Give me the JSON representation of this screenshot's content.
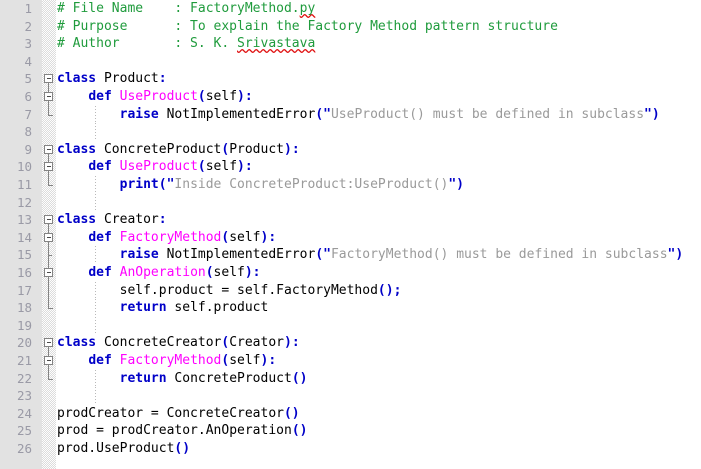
{
  "editor": {
    "language": "python",
    "colors": {
      "comment": "#1f9b3c",
      "keyword": "#0000c8",
      "function": "#ff00ff",
      "string": "#9a9a9a",
      "punctuation": "#0000c8",
      "text": "#000000",
      "line_number": "#9a9aa6",
      "gutter_background": "#e2e2e2",
      "editor_background": "#ffffff",
      "spellcheck_underline": "#e01010"
    },
    "first_line": 1,
    "last_line": 26,
    "total_lines": 26,
    "lines": [
      {
        "n": 1,
        "fold": "none",
        "indent_guide": false,
        "tokens": [
          {
            "t": "# File Name    : FactoryMethod.",
            "c": "cmt"
          },
          {
            "t": "py",
            "c": "cmt sp"
          }
        ]
      },
      {
        "n": 2,
        "fold": "none",
        "indent_guide": false,
        "tokens": [
          {
            "t": "# Purpose      : To explain the Factory Method pattern structure",
            "c": "cmt"
          }
        ]
      },
      {
        "n": 3,
        "fold": "none",
        "indent_guide": false,
        "tokens": [
          {
            "t": "# Author       : S. K. ",
            "c": "cmt"
          },
          {
            "t": "Srivastava",
            "c": "cmt sp"
          }
        ]
      },
      {
        "n": 4,
        "fold": "none",
        "indent_guide": false,
        "tokens": []
      },
      {
        "n": 5,
        "fold": "box",
        "indent_guide": false,
        "tokens": [
          {
            "t": "class",
            "c": "kw"
          },
          {
            "t": " Product",
            "c": "plain"
          },
          {
            "t": ":",
            "c": "punc"
          }
        ]
      },
      {
        "n": 6,
        "fold": "box-in-line",
        "indent_guide": false,
        "tokens": [
          {
            "t": "    ",
            "c": "plain"
          },
          {
            "t": "def",
            "c": "kw"
          },
          {
            "t": " ",
            "c": "plain"
          },
          {
            "t": "UseProduct",
            "c": "fn"
          },
          {
            "t": "(",
            "c": "punc"
          },
          {
            "t": "self",
            "c": "plain"
          },
          {
            "t": "):",
            "c": "punc"
          }
        ]
      },
      {
        "n": 7,
        "fold": "end",
        "indent_guide": true,
        "tokens": [
          {
            "t": "        ",
            "c": "plain"
          },
          {
            "t": "raise",
            "c": "kw"
          },
          {
            "t": " NotImplementedError",
            "c": "plain"
          },
          {
            "t": "(\"",
            "c": "punc"
          },
          {
            "t": "UseProduct() must be defined in subclass",
            "c": "str"
          },
          {
            "t": "\")",
            "c": "punc"
          }
        ]
      },
      {
        "n": 8,
        "fold": "none",
        "indent_guide": true,
        "tokens": []
      },
      {
        "n": 9,
        "fold": "box",
        "indent_guide": false,
        "tokens": [
          {
            "t": "class",
            "c": "kw"
          },
          {
            "t": " ConcreteProduct",
            "c": "plain"
          },
          {
            "t": "(",
            "c": "punc"
          },
          {
            "t": "Product",
            "c": "plain"
          },
          {
            "t": "):",
            "c": "punc"
          }
        ]
      },
      {
        "n": 10,
        "fold": "box-in-line",
        "indent_guide": false,
        "tokens": [
          {
            "t": "    ",
            "c": "plain"
          },
          {
            "t": "def",
            "c": "kw"
          },
          {
            "t": " ",
            "c": "plain"
          },
          {
            "t": "UseProduct",
            "c": "fn"
          },
          {
            "t": "(",
            "c": "punc"
          },
          {
            "t": "self",
            "c": "plain"
          },
          {
            "t": "):",
            "c": "punc"
          }
        ]
      },
      {
        "n": 11,
        "fold": "end",
        "indent_guide": true,
        "tokens": [
          {
            "t": "        ",
            "c": "plain"
          },
          {
            "t": "print",
            "c": "kw"
          },
          {
            "t": "(\"",
            "c": "punc"
          },
          {
            "t": "Inside ConcreteProduct:UseProduct()",
            "c": "str"
          },
          {
            "t": "\")",
            "c": "punc"
          }
        ]
      },
      {
        "n": 12,
        "fold": "none",
        "indent_guide": true,
        "tokens": []
      },
      {
        "n": 13,
        "fold": "box",
        "indent_guide": false,
        "tokens": [
          {
            "t": "class",
            "c": "kw"
          },
          {
            "t": " Creator",
            "c": "plain"
          },
          {
            "t": ":",
            "c": "punc"
          }
        ]
      },
      {
        "n": 14,
        "fold": "box-in-line",
        "indent_guide": false,
        "tokens": [
          {
            "t": "    ",
            "c": "plain"
          },
          {
            "t": "def",
            "c": "kw"
          },
          {
            "t": " ",
            "c": "plain"
          },
          {
            "t": "FactoryMethod",
            "c": "fn"
          },
          {
            "t": "(",
            "c": "punc"
          },
          {
            "t": "self",
            "c": "plain"
          },
          {
            "t": "):",
            "c": "punc"
          }
        ]
      },
      {
        "n": 15,
        "fold": "mid",
        "indent_guide": true,
        "tokens": [
          {
            "t": "        ",
            "c": "plain"
          },
          {
            "t": "raise",
            "c": "kw"
          },
          {
            "t": " NotImplementedError",
            "c": "plain"
          },
          {
            "t": "(\"",
            "c": "punc"
          },
          {
            "t": "FactoryMethod() must be defined in subclass",
            "c": "str"
          },
          {
            "t": "\")",
            "c": "punc"
          }
        ]
      },
      {
        "n": 16,
        "fold": "box-in-line",
        "indent_guide": false,
        "tokens": [
          {
            "t": "    ",
            "c": "plain"
          },
          {
            "t": "def",
            "c": "kw"
          },
          {
            "t": " ",
            "c": "plain"
          },
          {
            "t": "AnOperation",
            "c": "fn"
          },
          {
            "t": "(",
            "c": "punc"
          },
          {
            "t": "self",
            "c": "plain"
          },
          {
            "t": "):",
            "c": "punc"
          }
        ]
      },
      {
        "n": 17,
        "fold": "line",
        "indent_guide": true,
        "tokens": [
          {
            "t": "        self.product ",
            "c": "plain"
          },
          {
            "t": "=",
            "c": "plain"
          },
          {
            "t": " self.FactoryMethod",
            "c": "plain"
          },
          {
            "t": "();",
            "c": "punc"
          }
        ]
      },
      {
        "n": 18,
        "fold": "end",
        "indent_guide": true,
        "tokens": [
          {
            "t": "        ",
            "c": "plain"
          },
          {
            "t": "return",
            "c": "kw"
          },
          {
            "t": " self.product",
            "c": "plain"
          }
        ]
      },
      {
        "n": 19,
        "fold": "none",
        "indent_guide": true,
        "tokens": []
      },
      {
        "n": 20,
        "fold": "box",
        "indent_guide": false,
        "tokens": [
          {
            "t": "class",
            "c": "kw"
          },
          {
            "t": " ConcreteCreator",
            "c": "plain"
          },
          {
            "t": "(",
            "c": "punc"
          },
          {
            "t": "Creator",
            "c": "plain"
          },
          {
            "t": "):",
            "c": "punc"
          }
        ]
      },
      {
        "n": 21,
        "fold": "box-in-line",
        "indent_guide": false,
        "tokens": [
          {
            "t": "    ",
            "c": "plain"
          },
          {
            "t": "def",
            "c": "kw"
          },
          {
            "t": " ",
            "c": "plain"
          },
          {
            "t": "FactoryMethod",
            "c": "fn"
          },
          {
            "t": "(",
            "c": "punc"
          },
          {
            "t": "self",
            "c": "plain"
          },
          {
            "t": "):",
            "c": "punc"
          }
        ]
      },
      {
        "n": 22,
        "fold": "end",
        "indent_guide": true,
        "tokens": [
          {
            "t": "        ",
            "c": "plain"
          },
          {
            "t": "return",
            "c": "kw"
          },
          {
            "t": " ConcreteProduct",
            "c": "plain"
          },
          {
            "t": "()",
            "c": "punc"
          }
        ]
      },
      {
        "n": 23,
        "fold": "none",
        "indent_guide": true,
        "tokens": []
      },
      {
        "n": 24,
        "fold": "none",
        "indent_guide": false,
        "tokens": [
          {
            "t": "prodCreator ",
            "c": "plain"
          },
          {
            "t": "=",
            "c": "plain"
          },
          {
            "t": " ConcreteCreator",
            "c": "plain"
          },
          {
            "t": "()",
            "c": "punc"
          }
        ]
      },
      {
        "n": 25,
        "fold": "none",
        "indent_guide": false,
        "tokens": [
          {
            "t": "prod ",
            "c": "plain"
          },
          {
            "t": "=",
            "c": "plain"
          },
          {
            "t": " prodCreator.AnOperation",
            "c": "plain"
          },
          {
            "t": "()",
            "c": "punc"
          }
        ]
      },
      {
        "n": 26,
        "fold": "none",
        "indent_guide": false,
        "tokens": [
          {
            "t": "prod.UseProduct",
            "c": "plain"
          },
          {
            "t": "()",
            "c": "punc"
          }
        ]
      }
    ]
  }
}
